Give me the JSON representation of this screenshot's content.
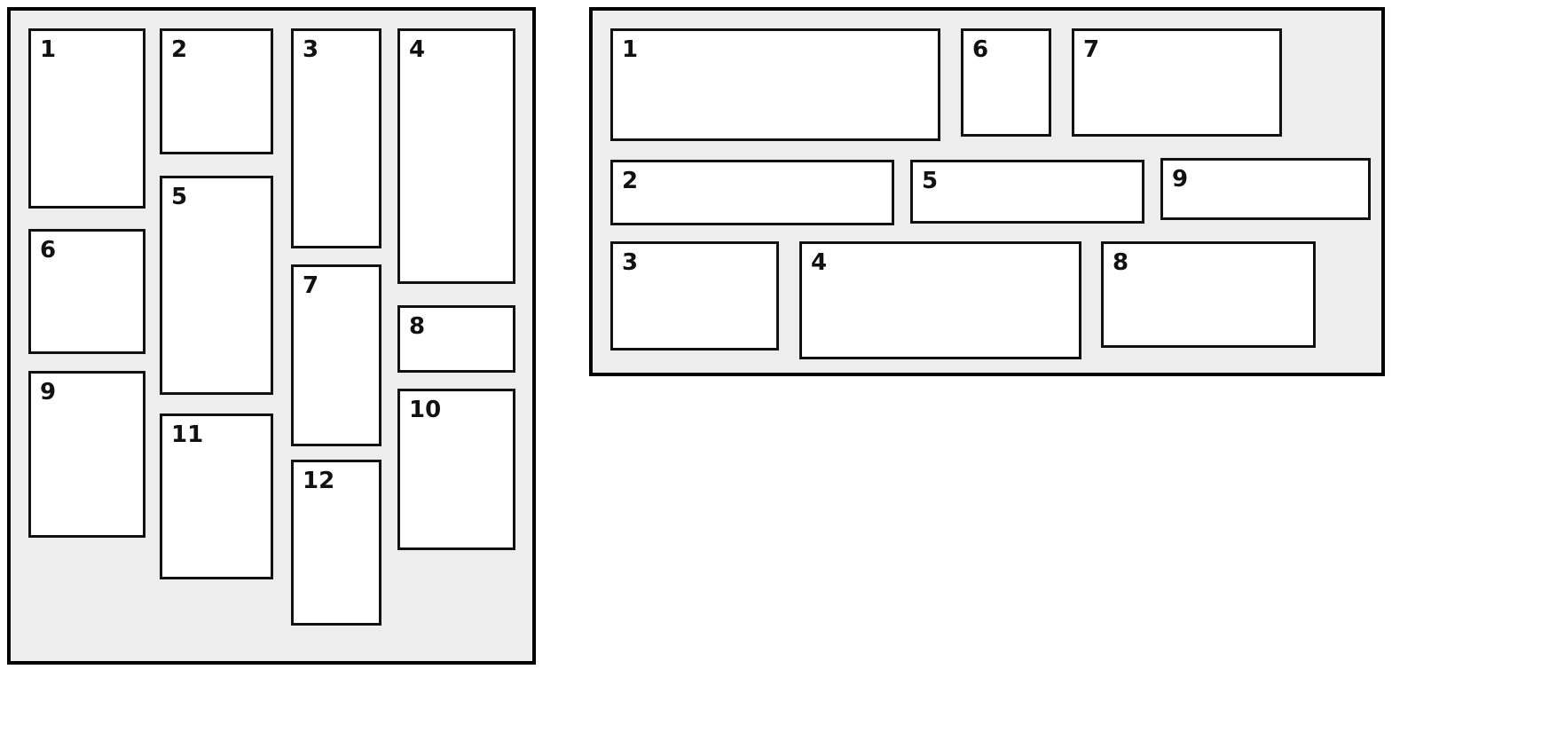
{
  "diagram": {
    "description": "Two masonry layout diagrams: left is a vertical (column) masonry grid of 12 numbered tiles, right is a horizontal (row) masonry grid of 9 numbered tiles",
    "colors": {
      "panel_background": "#ededed",
      "panel_border": "#000000",
      "box_background": "#ffffff",
      "box_border": "#111111",
      "label_color": "#111111"
    },
    "left_panel": {
      "boxes": [
        "1",
        "2",
        "3",
        "4",
        "5",
        "6",
        "7",
        "8",
        "9",
        "10",
        "11",
        "12"
      ]
    },
    "right_panel": {
      "boxes": [
        "1",
        "2",
        "3",
        "4",
        "5",
        "6",
        "7",
        "8",
        "9"
      ]
    }
  }
}
